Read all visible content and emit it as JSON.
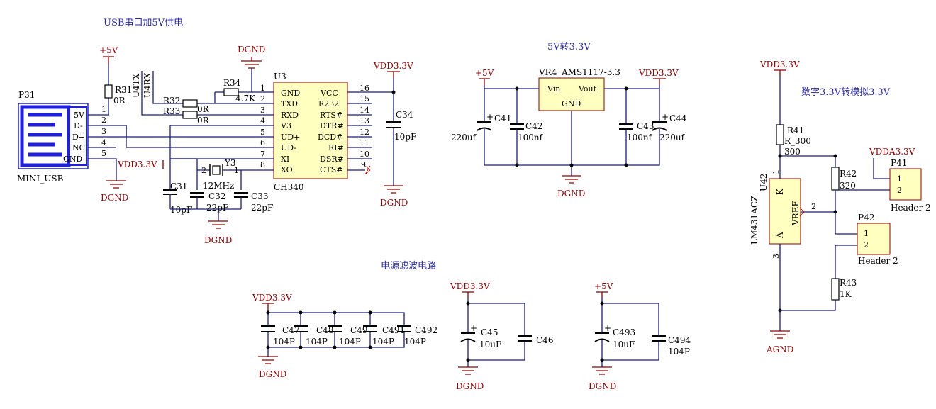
{
  "titles": {
    "usb": "USB串口加5V供电",
    "reg": "5V转3.3V",
    "filter": "电源滤波电路",
    "analog": "数字3.3V转模拟3.3V"
  },
  "power": {
    "p5v": "+5V",
    "vdd33": "VDD3.3V",
    "vdda33": "VDDA3.3V",
    "dgnd": "DGND",
    "agnd": "AGND"
  },
  "usb_conn": {
    "ref": "P31",
    "name": "MINI_USB",
    "pins": [
      "5V",
      "D-",
      "D+",
      "NC",
      "GND"
    ],
    "nums": [
      "1",
      "2",
      "3",
      "4",
      "5"
    ]
  },
  "ch340": {
    "ref": "U3",
    "name": "CH340",
    "left_pins": [
      "GND",
      "TXD",
      "RXD",
      "V3",
      "UD+",
      "UD-",
      "XI",
      "XO"
    ],
    "left_nums": [
      "1",
      "2",
      "3",
      "4",
      "5",
      "6",
      "7",
      "8"
    ],
    "right_pins": [
      "VCC",
      "R232",
      "RTS#",
      "DTR#",
      "DCD#",
      "RI#",
      "DSR#",
      "CTS#"
    ],
    "right_nums": [
      "16",
      "15",
      "14",
      "13",
      "12",
      "11",
      "10",
      "9"
    ]
  },
  "usb_parts": {
    "r31": "R31",
    "r31_val": "0R",
    "r32": "R32",
    "r32_val": "0R",
    "r33": "R33",
    "r33_val": "0R",
    "r34": "R34",
    "r34_val": "4.7K",
    "u4tx": "U4TX",
    "u4rx": "U4RX",
    "c31": "C31",
    "c31_val": "10pF",
    "c32": "C32",
    "c32_val": "22pF",
    "c33": "C33",
    "c33_val": "22pF",
    "c34": "C34",
    "c34_val": "10pF",
    "y3": "Y3",
    "y3_val": "12MHz",
    "y3_p1": "1",
    "y3_p2": "2"
  },
  "regulator": {
    "ref": "VR4",
    "name": "AMS1117-3.3",
    "vin": "Vin",
    "vout": "Vout",
    "gnd": "GND",
    "c41": "C41",
    "c41_val": "220uf",
    "c42": "C42",
    "c42_val": "100nf",
    "c43": "C43",
    "c43_val": "100nf",
    "c44": "C44",
    "c44_val": "220uf"
  },
  "filter": {
    "caps": [
      "C47",
      "C48",
      "C49",
      "C491",
      "C492"
    ],
    "val": "104P",
    "c45": "C45",
    "c45_val": "10uF",
    "c46": "C46",
    "c493": "C493",
    "c493_val": "10uF",
    "c494": "C494",
    "c494_val": "104P"
  },
  "analog": {
    "r41": "R41",
    "r41_val1": "R_300",
    "r41_val2": "300",
    "r42": "R42",
    "r42_val": "320",
    "r43": "R43",
    "r43_val": "1K",
    "u42": "U42",
    "u42_name": "LM431ACZ",
    "k": "K",
    "a": "A",
    "vref": "VREF",
    "pin1": "1",
    "pin2": "2",
    "pin3": "3",
    "p41": "P41",
    "p42": "P42",
    "header": "Header 2",
    "hdr_pins": [
      "1",
      "2"
    ]
  },
  "colors": {
    "wire": "#1c1c7a",
    "power": "#8b0000",
    "body": "#ffffc0",
    "title": "#2a2a9a"
  }
}
